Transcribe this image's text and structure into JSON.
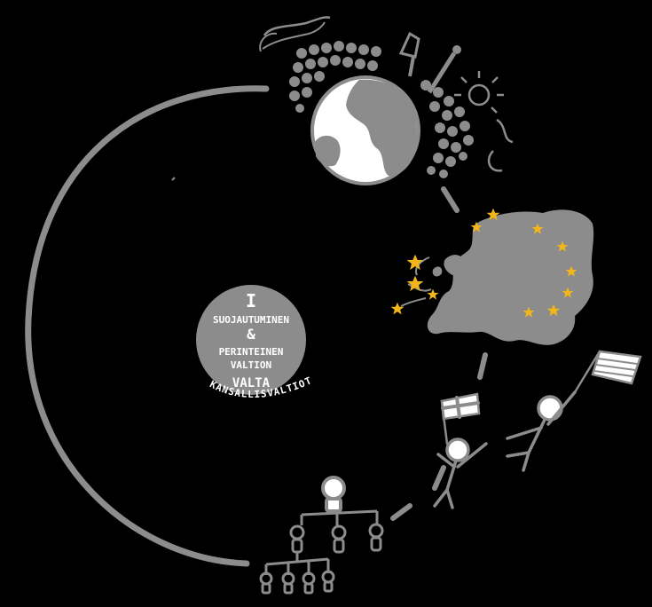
{
  "center": {
    "numeral": "I",
    "line1": "SUOJAUTUMINEN",
    "amp": "&",
    "line2": "PERINTEINEN",
    "line3": "VALTION",
    "line4": "VALTA",
    "arc_label": "KANSALLISVALTIOT"
  },
  "colors": {
    "background": "#000000",
    "drawing": "#8c8c8c",
    "light": "#ffffff",
    "stars": "#f2b51c"
  },
  "icons": [
    "globe-icon",
    "sun-icon",
    "europe-map-icon",
    "flag-icon",
    "people-holding-hands-icon",
    "hierarchy-icon"
  ]
}
